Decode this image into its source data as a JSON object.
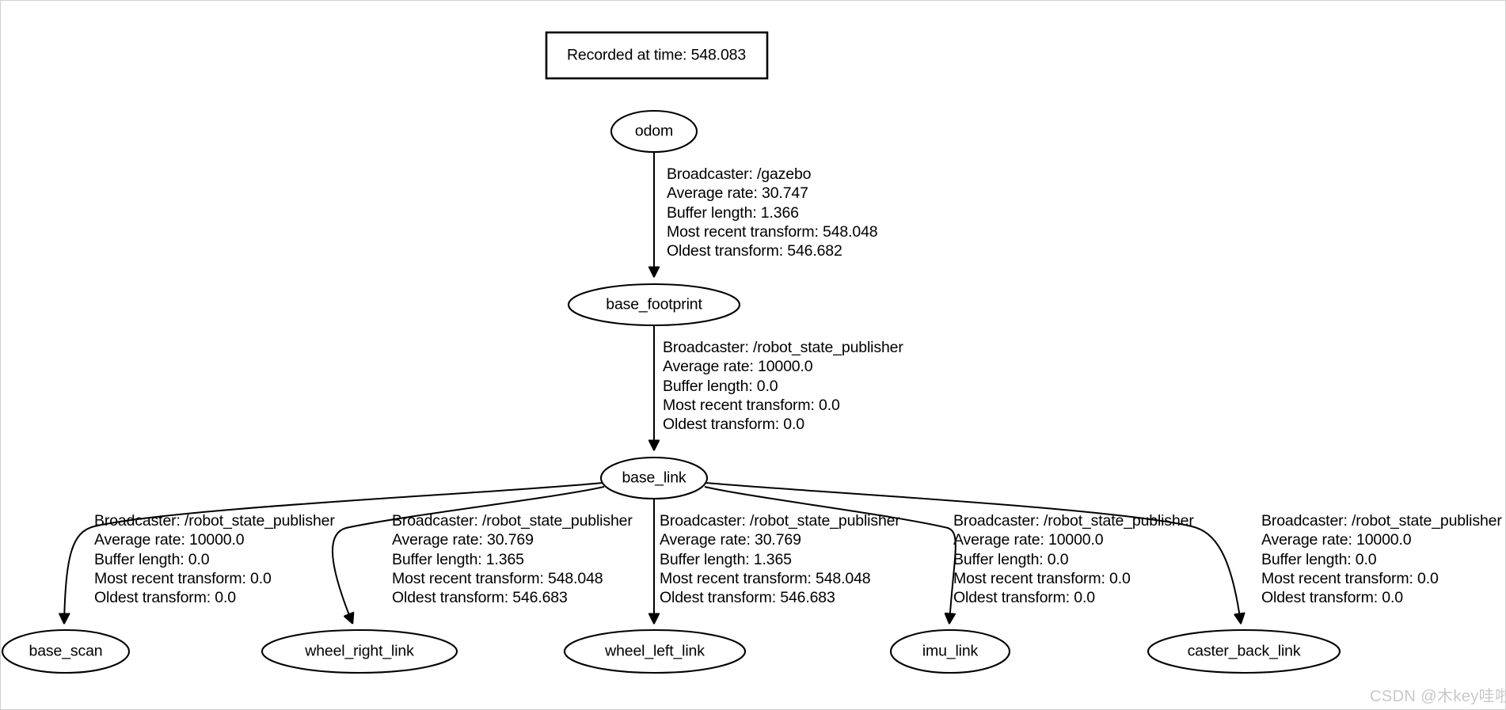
{
  "diagram": {
    "title_box": {
      "label": "Recorded at time: 548.083"
    },
    "nodes": [
      {
        "id": "odom",
        "label": "odom"
      },
      {
        "id": "base_footprint",
        "label": "base_footprint"
      },
      {
        "id": "base_link",
        "label": "base_link"
      },
      {
        "id": "base_scan",
        "label": "base_scan"
      },
      {
        "id": "wheel_right_link",
        "label": "wheel_right_link"
      },
      {
        "id": "wheel_left_link",
        "label": "wheel_left_link"
      },
      {
        "id": "imu_link",
        "label": "imu_link"
      },
      {
        "id": "caster_back_link",
        "label": "caster_back_link"
      }
    ],
    "edges": [
      {
        "id": "odom-to-base_footprint",
        "from": "odom",
        "to": "base_footprint",
        "broadcaster": "Broadcaster: /gazebo",
        "average_rate": "Average rate: 30.747",
        "buffer_length": "Buffer length: 1.366",
        "most_recent_transform": "Most recent transform: 548.048",
        "oldest_transform": "Oldest transform: 546.682"
      },
      {
        "id": "base_footprint-to-base_link",
        "from": "base_footprint",
        "to": "base_link",
        "broadcaster": "Broadcaster: /robot_state_publisher",
        "average_rate": "Average rate: 10000.0",
        "buffer_length": "Buffer length: 0.0",
        "most_recent_transform": "Most recent transform: 0.0",
        "oldest_transform": "Oldest transform: 0.0"
      },
      {
        "id": "base_link-to-base_scan",
        "from": "base_link",
        "to": "base_scan",
        "broadcaster": "Broadcaster: /robot_state_publisher",
        "average_rate": "Average rate: 10000.0",
        "buffer_length": "Buffer length: 0.0",
        "most_recent_transform": "Most recent transform: 0.0",
        "oldest_transform": "Oldest transform: 0.0"
      },
      {
        "id": "base_link-to-wheel_right_link",
        "from": "base_link",
        "to": "wheel_right_link",
        "broadcaster": "Broadcaster: /robot_state_publisher",
        "average_rate": "Average rate: 30.769",
        "buffer_length": "Buffer length: 1.365",
        "most_recent_transform": "Most recent transform: 548.048",
        "oldest_transform": "Oldest transform: 546.683"
      },
      {
        "id": "base_link-to-wheel_left_link",
        "from": "base_link",
        "to": "wheel_left_link",
        "broadcaster": "Broadcaster: /robot_state_publisher",
        "average_rate": "Average rate: 30.769",
        "buffer_length": "Buffer length: 1.365",
        "most_recent_transform": "Most recent transform: 548.048",
        "oldest_transform": "Oldest transform: 546.683"
      },
      {
        "id": "base_link-to-imu_link",
        "from": "base_link",
        "to": "imu_link",
        "broadcaster": "Broadcaster: /robot_state_publisher",
        "average_rate": "Average rate: 10000.0",
        "buffer_length": "Buffer length: 0.0",
        "most_recent_transform": "Most recent transform: 0.0",
        "oldest_transform": "Oldest transform: 0.0"
      },
      {
        "id": "base_link-to-caster_back_link",
        "from": "base_link",
        "to": "caster_back_link",
        "broadcaster": "Broadcaster: /robot_state_publisher",
        "average_rate": "Average rate: 10000.0",
        "buffer_length": "Buffer length: 0.0",
        "most_recent_transform": "Most recent transform: 0.0",
        "oldest_transform": "Oldest transform: 0.0"
      }
    ],
    "watermark": "CSDN @木key哇啦",
    "colors": {
      "background": "#ffffff",
      "stroke": "#000000",
      "text": "#000000",
      "watermark": "#c8c8c8"
    }
  }
}
